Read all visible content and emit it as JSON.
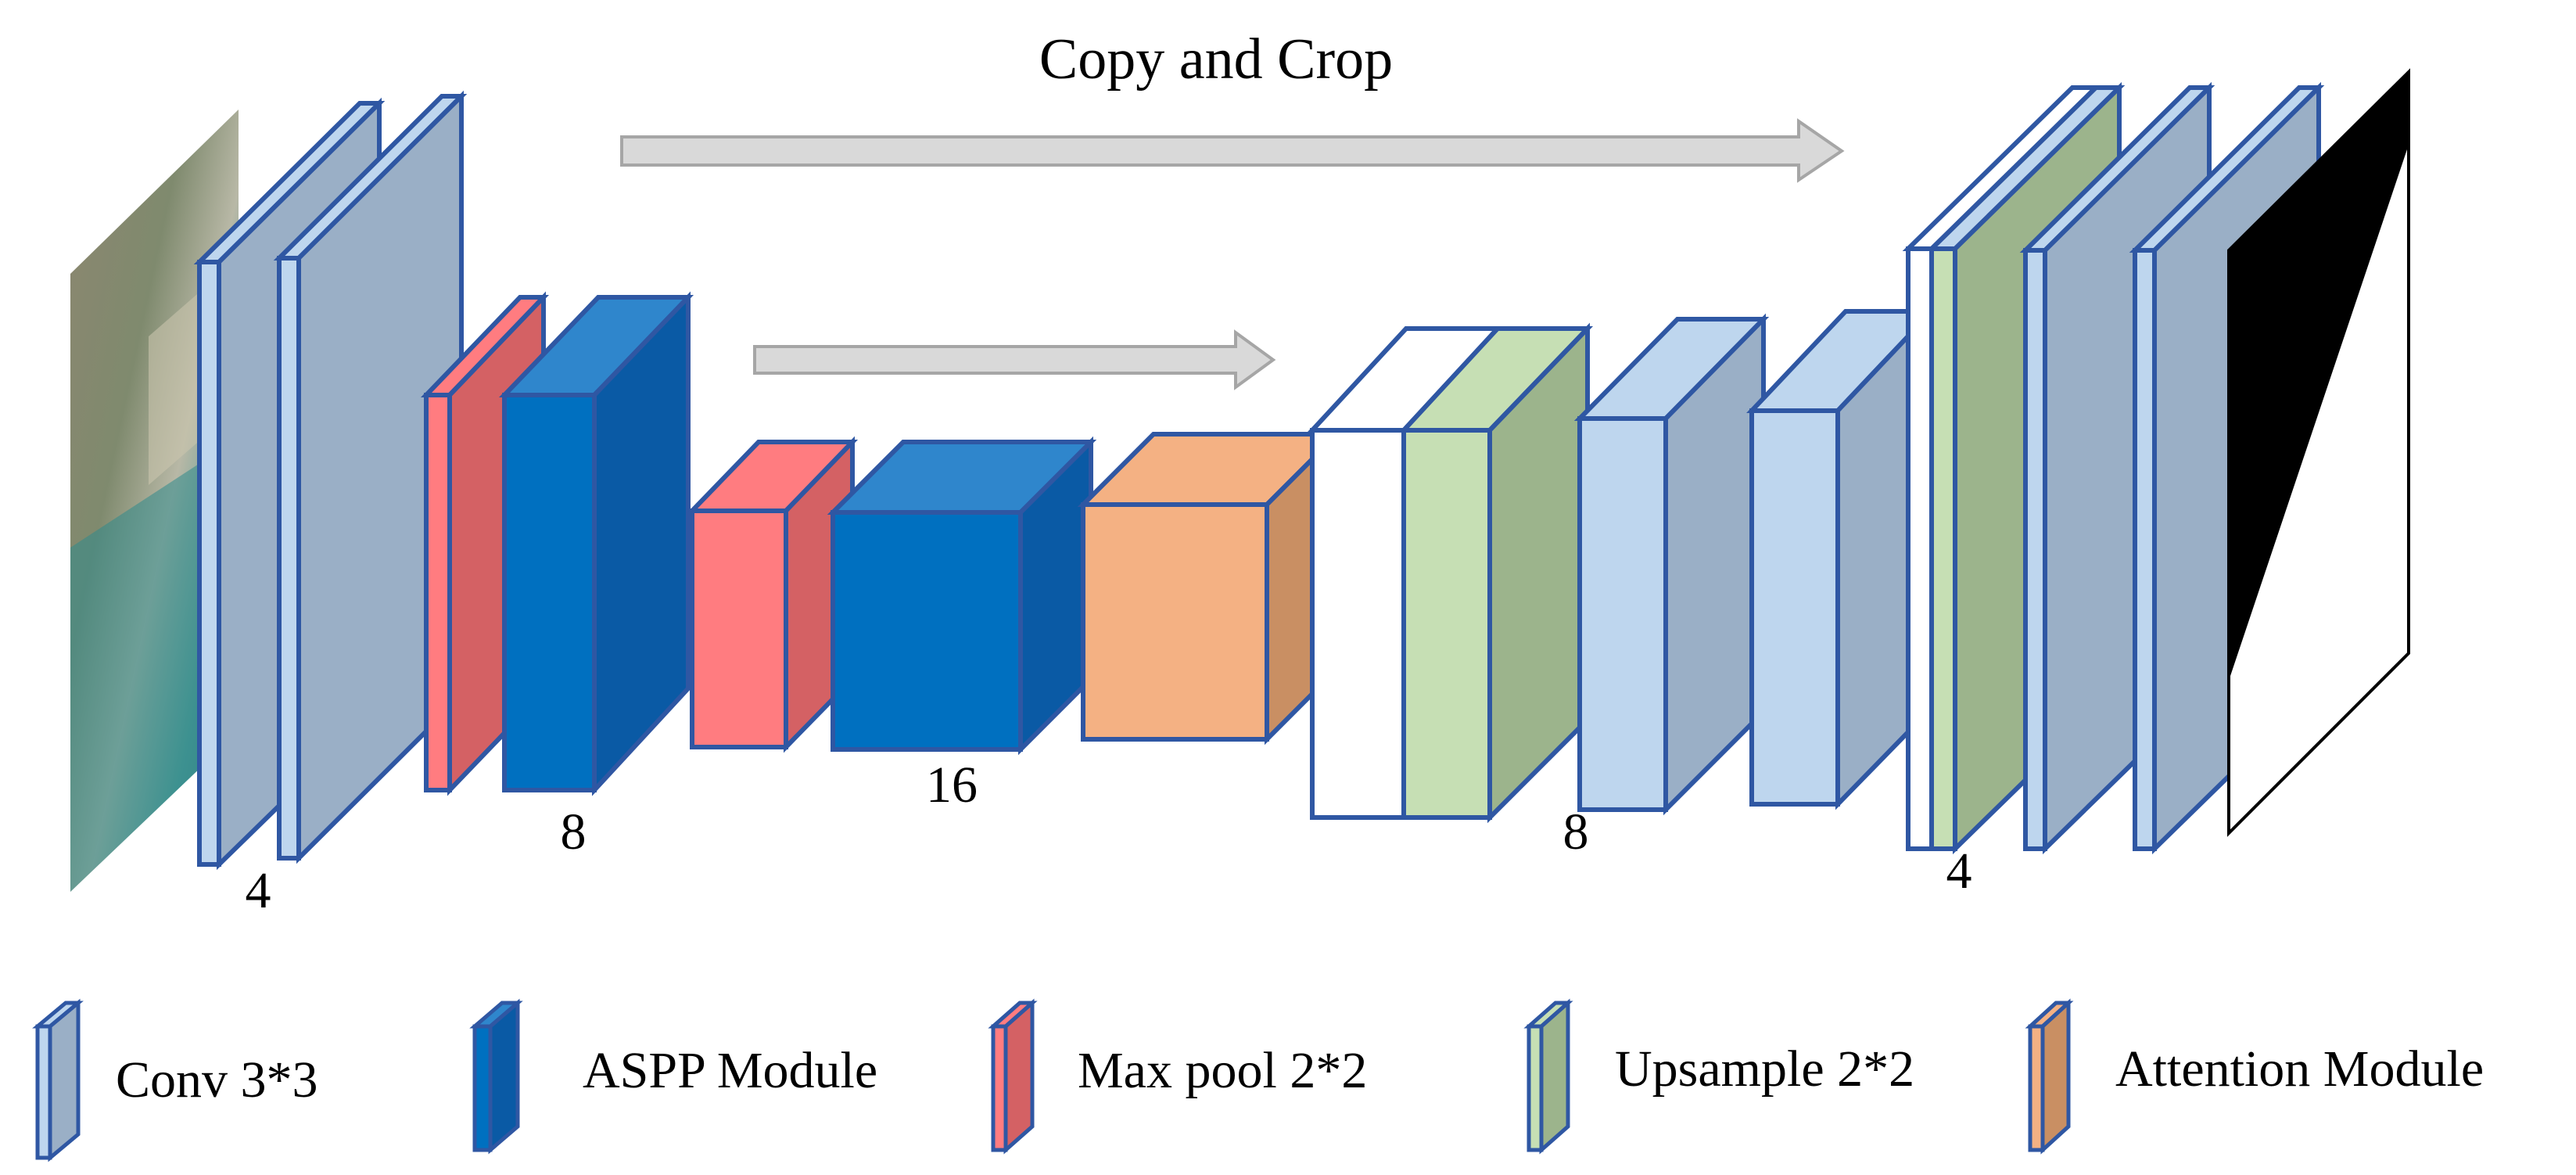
{
  "title": "Copy and Crop",
  "stage_labels": {
    "encoder_1": "4",
    "encoder_2": "8",
    "bottleneck": "16",
    "decoder_2": "8",
    "decoder_1": "4"
  },
  "legend": [
    {
      "id": "conv",
      "label": "Conv 3*3",
      "color": "#9aafc6"
    },
    {
      "id": "aspp",
      "label": "ASPP Module",
      "color": "#1f65b5"
    },
    {
      "id": "maxpool",
      "label": "Max pool 2*2",
      "color": "#d46164"
    },
    {
      "id": "upsample",
      "label": "Upsample 2*2",
      "color": "#a4bc94"
    },
    {
      "id": "attention",
      "label": "Attention Module",
      "color": "#d39a6e"
    }
  ],
  "colors": {
    "outline": "#2f57a3",
    "conv_front": "#bed6ee",
    "conv_side": "#9aafc6",
    "aspp_front": "#0070c0",
    "aspp_side": "#0a5aa5",
    "aspp_top": "#2f86cc",
    "maxpool_front": "#ff7c80",
    "maxpool_side": "#d46164",
    "upsample_front": "#c6dfb4",
    "upsample_side": "#9cb48c",
    "attention_front": "#f4b183",
    "attention_side": "#c98f63",
    "arrow": "#d9d9d9",
    "arrow_outline": "#a6a6a6"
  }
}
